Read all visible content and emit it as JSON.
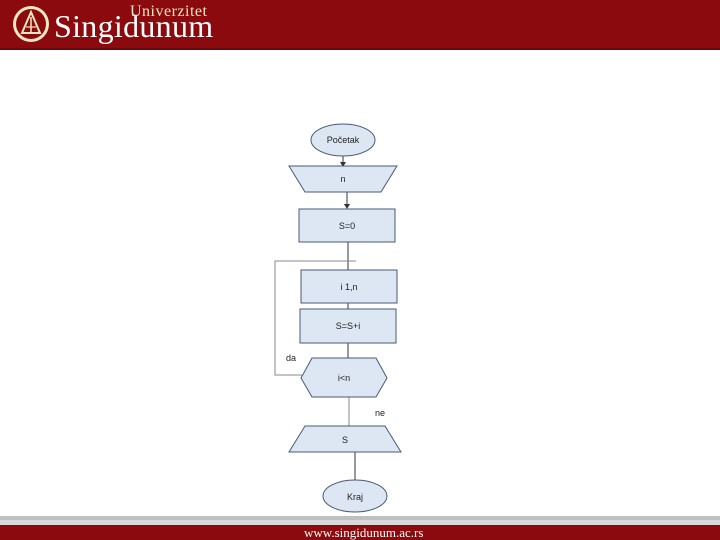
{
  "header": {
    "logo_university": "Univerzitet",
    "logo_name": "Singidunum"
  },
  "flowchart": {
    "start": "Početak",
    "input": "n",
    "init": "S=0",
    "loop": "i  1,n",
    "body": "S=S+i",
    "condition": "i<n",
    "yes_label": "da",
    "no_label": "ne",
    "output": "S",
    "end": "Kraj"
  },
  "footer": {
    "url": "www.singidunum.ac.rs"
  },
  "colors": {
    "brand_red": "#8b0a0e",
    "shape_fill": "#dde6f3"
  }
}
